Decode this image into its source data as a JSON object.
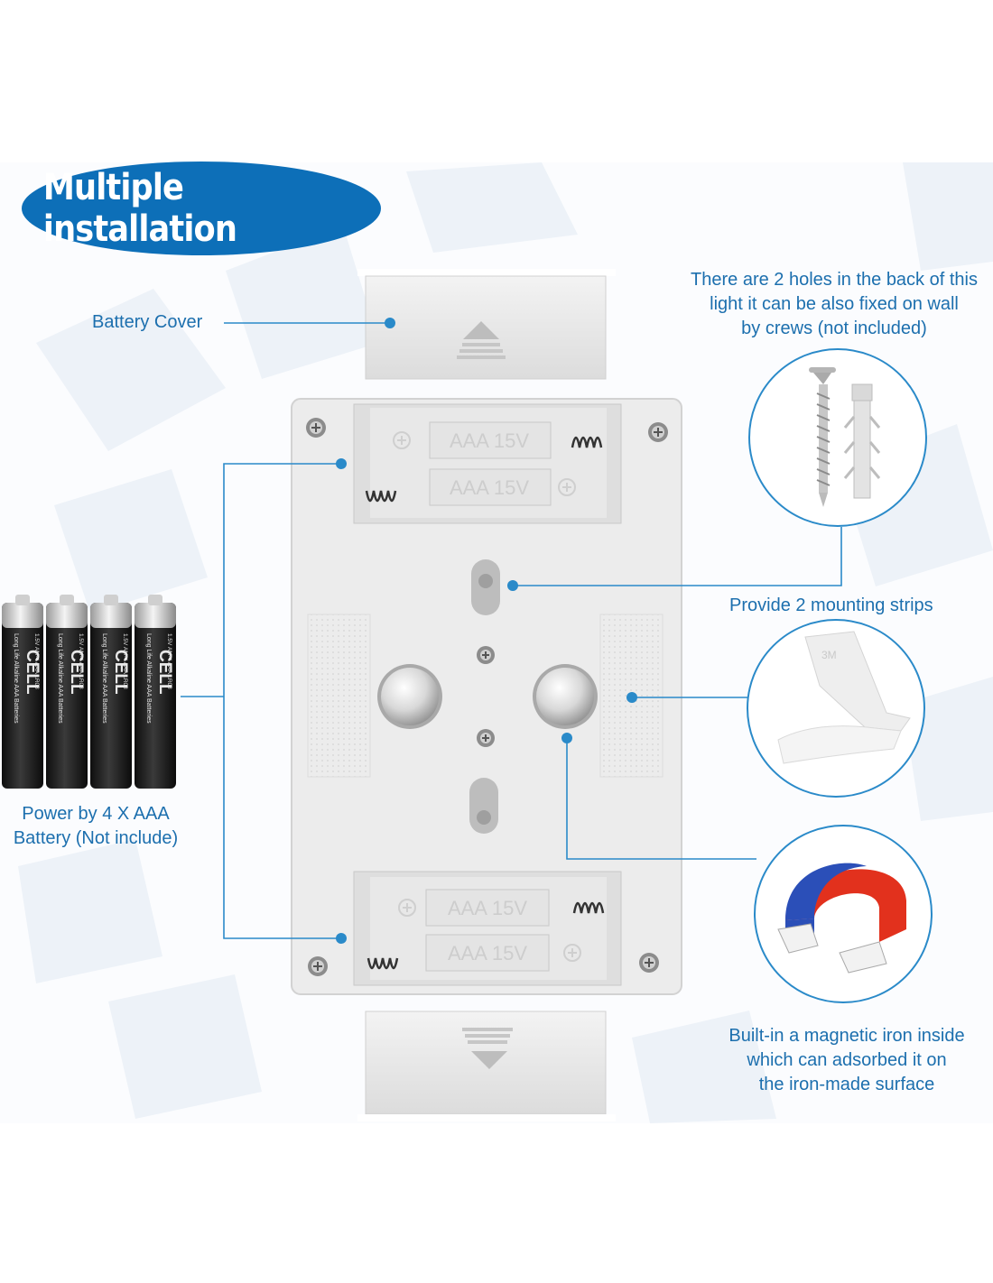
{
  "title": "Multiple installation",
  "labels": {
    "battery_cover": "Battery Cover",
    "holes": [
      "There are 2 holes in the back of this",
      "light it can be also fixed on wall",
      "by crews (not included)"
    ],
    "strips": "Provide 2 mounting strips",
    "power": [
      "Power by 4 X AAA",
      "Battery (Not include)"
    ],
    "magnet": [
      "Built-in a magnetic iron inside",
      "which can adsorbed it on",
      "the iron-made surface"
    ]
  },
  "battery_slot_text": "AAA 15V",
  "battery_brand": "CELL",
  "battery_side_text": "Long Life Alkaline AAA Batteries",
  "battery_spec_text": "1.5V AM-4 AAA LR03",
  "colors": {
    "accent": "#0d6fb8",
    "label_text": "#1c6fae",
    "connector_line": "#2a8ac9",
    "device_body": "#ececec",
    "magnet_red": "#e2311d",
    "magnet_blue": "#2b4fb8"
  },
  "icons": {
    "screw": "screw-icon",
    "anchor": "wall-anchor-icon",
    "magnet": "horseshoe-magnet-icon",
    "tape": "mounting-strip-icon",
    "battery": "aaa-battery-icon"
  }
}
